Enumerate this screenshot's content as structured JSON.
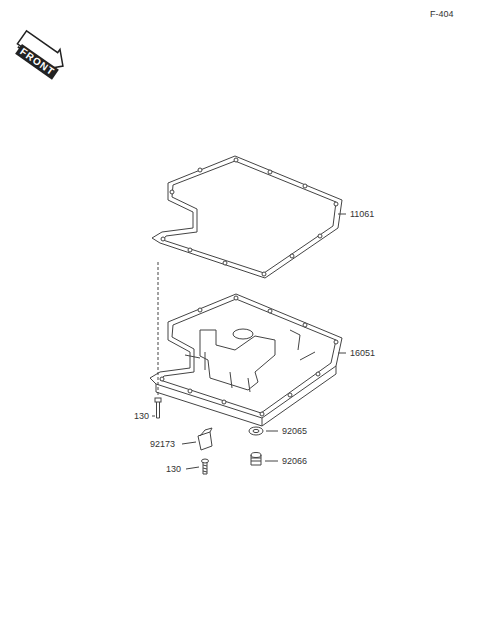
{
  "diagram": {
    "labels": [
      "F-404",
      "FRONT",
      "11061",
      "16051",
      "130",
      "92173",
      "130",
      "92065",
      "92066"
    ]
  }
}
